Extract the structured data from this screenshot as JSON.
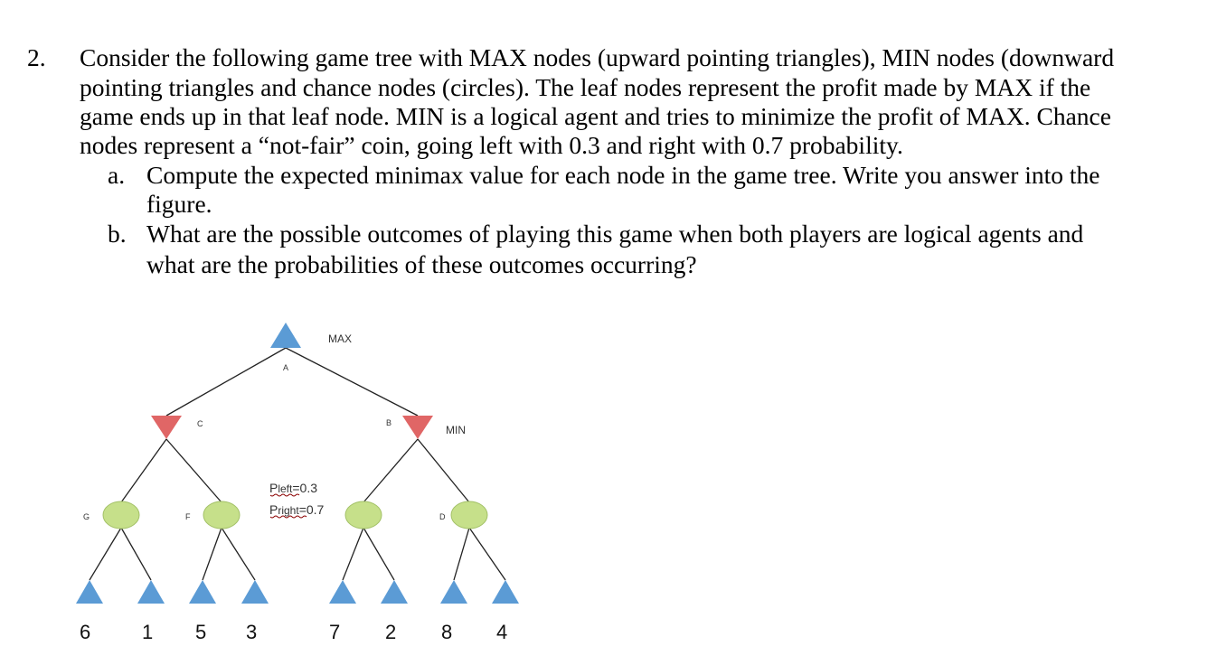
{
  "question": {
    "number": "2.",
    "lines": [
      "Consider the following game tree with MAX nodes (upward pointing triangles), MIN nodes (downward",
      "pointing triangles and chance nodes (circles). The leaf nodes represent the profit made by MAX if the",
      "game ends up in that leaf node. MIN is a logical agent and tries to minimize the profit of MAX. Chance",
      "nodes represent a “not-fair” coin, going left with 0.3 and right with 0.7 probability."
    ],
    "parts": [
      {
        "letter": "a.",
        "lines": [
          "Compute the expected minimax value for each node in the game tree. Write you answer into the",
          "figure."
        ]
      },
      {
        "letter": "b.",
        "lines": [
          "What are the possible outcomes of playing this game when both players are logical agents and",
          "what are the probabilities of these outcomes occurring?"
        ]
      }
    ]
  },
  "figure": {
    "max_label": "MAX",
    "min_label": "MIN",
    "node_labels": {
      "A": "A",
      "B": "B",
      "C": "C",
      "D": "D",
      "F": "F",
      "G": "G"
    },
    "prob_left": {
      "sym": "P",
      "sub": "left",
      "value": "=0.3"
    },
    "prob_right": {
      "sym": "P",
      "sub": "right",
      "value": "=0.7"
    },
    "leaf_values": [
      "6",
      "1",
      "5",
      "3",
      "7",
      "2",
      "8",
      "4"
    ],
    "colors": {
      "max_node": "#5b9bd5",
      "min_node": "#e06666",
      "chance_node": "#c6e08a",
      "edge": "#222222",
      "squiggle": "#8b0000"
    }
  }
}
